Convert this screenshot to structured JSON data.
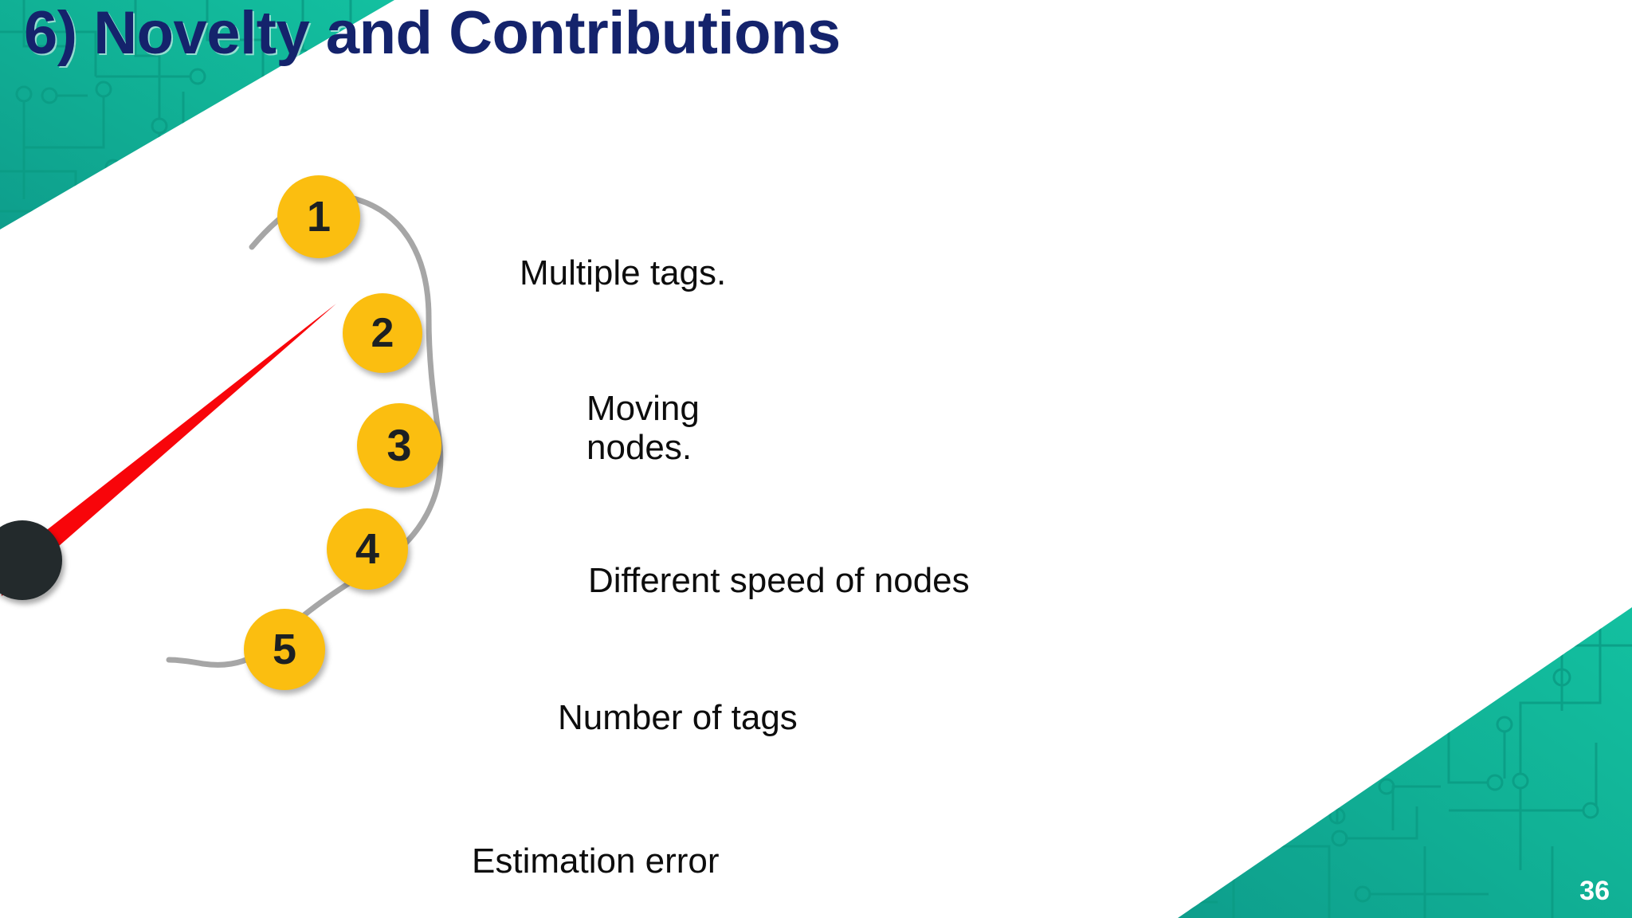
{
  "slide": {
    "title": "6) Novelty and Contributions",
    "page_number": "36",
    "background_color": "#ffffff",
    "title_color": "#14236C"
  },
  "theme": {
    "teal": "#10B396",
    "teal_dark": "#059B88",
    "accent_yellow": "#FBBE10",
    "number_color": "#1C2023",
    "label_color": "#0D0D0D",
    "connector_gray": "#A6A6A6",
    "pointer_red": "#F8050A",
    "knob_dark": "#232A2C"
  },
  "decorations": {
    "top_left": "circuit-board-triangle",
    "bottom_right": "circuit-board-triangle",
    "pointer": "red-arrow-pointer",
    "connector": "curved-gray-arc"
  },
  "diagram": {
    "type": "numbered-arc-list",
    "items": [
      {
        "number": "1",
        "label": "Multiple tags."
      },
      {
        "number": "2",
        "label": "Moving\nnodes."
      },
      {
        "number": "3",
        "label": "Different speed of nodes"
      },
      {
        "number": "4",
        "label": "Number of tags"
      },
      {
        "number": "5",
        "label": "Estimation error"
      }
    ]
  }
}
